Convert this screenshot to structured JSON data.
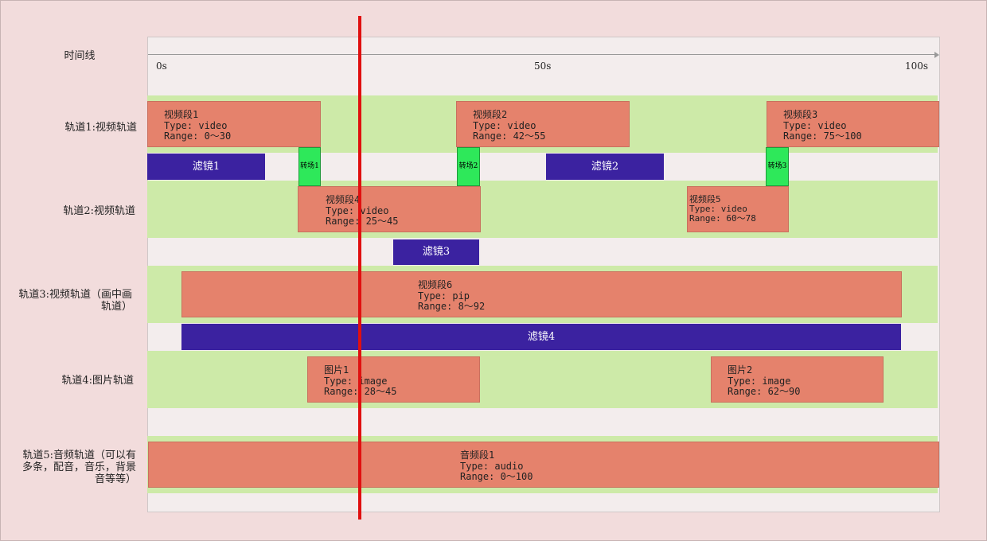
{
  "timeline": {
    "label": "时间线",
    "ticks": [
      "0s",
      "50s",
      "100s"
    ],
    "min": 0,
    "max": 100,
    "playhead_time": 26.6
  },
  "tracks": [
    {
      "label": "轨道1:视频轨道"
    },
    {
      "label": "轨道2:视频轨道"
    },
    {
      "label": "轨道3:视频轨道（画中画轨道）"
    },
    {
      "label": "轨道4:图片轨道"
    },
    {
      "label": "轨道5:音频轨道（可以有多条，配音，音乐，背景音等等）"
    }
  ],
  "clips": [
    {
      "name": "视频段1",
      "type": "Type: video",
      "range": "Range: 0～30",
      "start": 0,
      "end": 30
    },
    {
      "name": "视频段2",
      "type": "Type: video",
      "range": "Range: 42～55",
      "start": 42,
      "end": 55
    },
    {
      "name": "视频段3",
      "type": "Type: video",
      "range": "Range: 75～100",
      "start": 75,
      "end": 100
    },
    {
      "name": "视频段4",
      "type": "Type: video",
      "range": "Range: 25～45",
      "start": 25,
      "end": 45
    },
    {
      "name": "视频段5",
      "type": "Type: video",
      "range": "Range: 60～78",
      "start": 60,
      "end": 78
    },
    {
      "name": "视频段6",
      "type": "Type: pip",
      "range": "Range: 8～92",
      "start": 8,
      "end": 92
    },
    {
      "name": "图片1",
      "type": "Type: image",
      "range": "Range: 28～45",
      "start": 28,
      "end": 45
    },
    {
      "name": "图片2",
      "type": "Type: image",
      "range": "Range: 62～90",
      "start": 62,
      "end": 90
    },
    {
      "name": "音频段1",
      "type": "Type: audio",
      "range": "Range: 0～100",
      "start": 0,
      "end": 100
    }
  ],
  "filters": [
    {
      "label": "滤镜1"
    },
    {
      "label": "滤镜2"
    },
    {
      "label": "滤镜3"
    },
    {
      "label": "滤镜4"
    }
  ],
  "transitions": [
    {
      "label": "转场1"
    },
    {
      "label": "转场2"
    },
    {
      "label": "转场3"
    }
  ],
  "colors": {
    "clip": "#e5826c",
    "filter": "#3b22a0",
    "transition": "#2ee85a",
    "track_band": "#cdeaa8",
    "playhead": "#e01010"
  }
}
